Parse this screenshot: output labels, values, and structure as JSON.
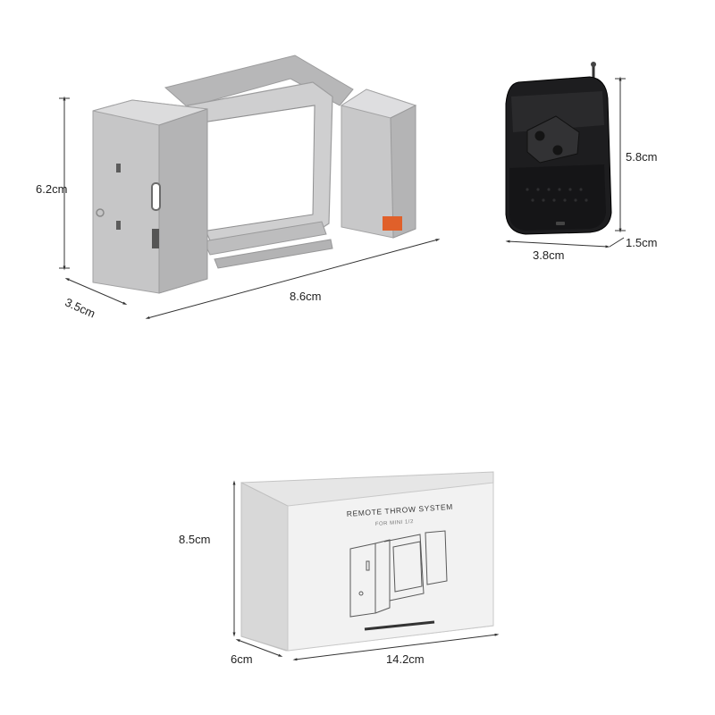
{
  "dimensions": {
    "release_height": "6.2cm",
    "release_depth": "3.5cm",
    "release_width": "8.6cm",
    "remote_height": "5.8cm",
    "remote_width": "3.8cm",
    "remote_depth": "1.5cm",
    "box_height": "8.5cm",
    "box_depth": "6cm",
    "box_width": "14.2cm"
  },
  "packaging": {
    "title": "REMOTE THROW SYSTEM",
    "subtitle": "FOR MINI 1/2"
  },
  "colors": {
    "device_body": "#c8c8c9",
    "device_shadow": "#a9a9aa",
    "remote_body": "#1d1d1f",
    "box_face": "#f2f2f2",
    "dimension_line": "#333333",
    "accent_orange": "#e0602a"
  }
}
